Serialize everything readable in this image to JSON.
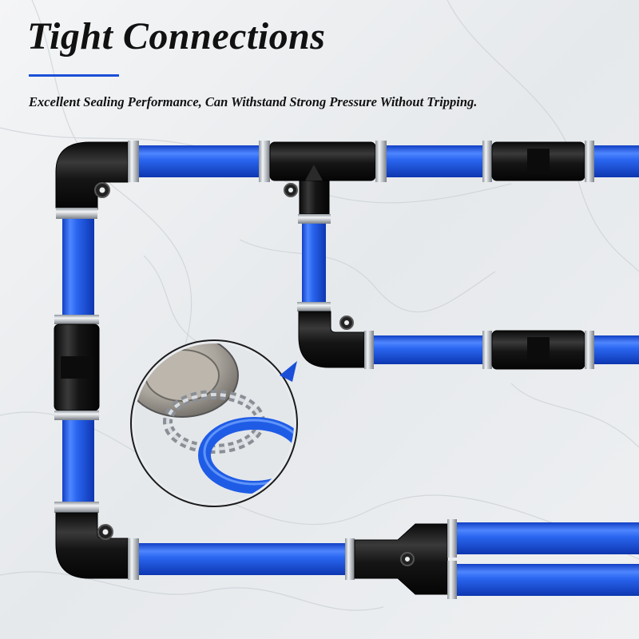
{
  "header": {
    "title": "Tight Connections",
    "subtitle": "Excellent Sealing Performance, Can Withstand Strong Pressure Without Tripping."
  },
  "colors": {
    "background": "#eceff1",
    "tube": "#1f5ce6",
    "tube_highlight": "#6fa2ff",
    "fitting": "#1a1a1a",
    "collar": "#c9ced4",
    "accent_underline": "#1b4fd8"
  },
  "illustration": {
    "components": [
      "elbow-fitting",
      "tee-fitting",
      "straight-union",
      "y-fitting",
      "blue-tubing",
      "gripper-ring-detail"
    ]
  }
}
